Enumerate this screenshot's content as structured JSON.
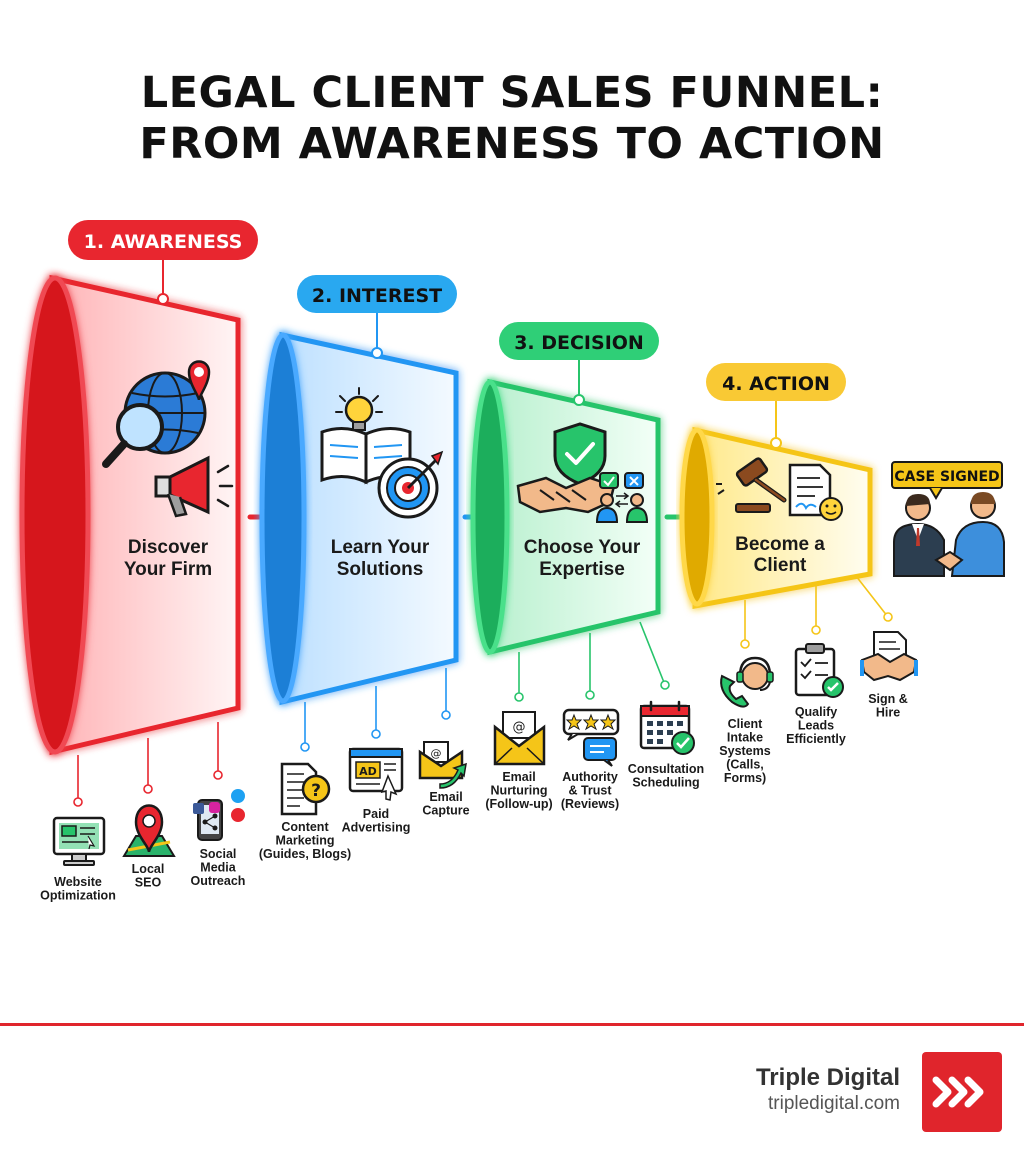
{
  "title": {
    "line1": "LEGAL CLIENT SALES FUNNEL:",
    "line2": "FROM AWARENESS TO ACTION"
  },
  "colors": {
    "awareness": "#e8262f",
    "interest": "#2196f3",
    "decision": "#27c46b",
    "action": "#f5c518",
    "brand_red": "#e0252c"
  },
  "stages": [
    {
      "label": "1. AWARENESS",
      "text": [
        "Discover",
        "Your Firm"
      ],
      "icons": [
        "globe-magnifier-icon",
        "location-pin-icon",
        "megaphone-icon"
      ],
      "tactics": [
        {
          "lines": [
            "Website",
            "Optimization"
          ],
          "icon": "monitor-icon"
        },
        {
          "lines": [
            "Local",
            "SEO"
          ],
          "icon": "map-pin-icon"
        },
        {
          "lines": [
            "Social",
            "Media",
            "Outreach"
          ],
          "icon": "smartphone-social-icon"
        }
      ]
    },
    {
      "label": "2. INTEREST",
      "text": [
        "Learn Your",
        "Solutions"
      ],
      "icons": [
        "open-book-lightbulb-icon",
        "target-icon"
      ],
      "tactics": [
        {
          "lines": [
            "Content",
            "Marketing",
            "(Guides, Blogs)"
          ],
          "icon": "document-question-icon"
        },
        {
          "lines": [
            "Paid",
            "Advertising"
          ],
          "icon": "ad-browser-icon"
        },
        {
          "lines": [
            "Email",
            "Capture"
          ],
          "icon": "email-capture-icon"
        }
      ]
    },
    {
      "label": "3. DECISION",
      "text": [
        "Choose Your",
        "Expertise"
      ],
      "icons": [
        "shield-handshake-icon",
        "people-compare-icon"
      ],
      "tactics": [
        {
          "lines": [
            "Email",
            "Nurturing",
            "(Follow-up)"
          ],
          "icon": "envelope-icon"
        },
        {
          "lines": [
            "Authority",
            "& Trust",
            "(Reviews)"
          ],
          "icon": "star-reviews-icon"
        },
        {
          "lines": [
            "Consultation",
            "Scheduling"
          ],
          "icon": "calendar-check-icon"
        }
      ]
    },
    {
      "label": "4. ACTION",
      "text": [
        "Become a",
        "Client"
      ],
      "icons": [
        "gavel-icon",
        "signed-document-icon"
      ],
      "tactics": [
        {
          "lines": [
            "Client",
            "Intake",
            "Systems",
            "(Calls,",
            "Forms)"
          ],
          "icon": "phone-headset-icon"
        },
        {
          "lines": [
            "Qualify",
            "Leads",
            "Efficiently"
          ],
          "icon": "clipboard-check-icon"
        },
        {
          "lines": [
            "Sign &",
            "Hire"
          ],
          "icon": "handshake-document-icon"
        }
      ]
    }
  ],
  "result": {
    "label": "CASE SIGNED",
    "icon": "business-handshake-icon"
  },
  "brand": {
    "name": "Triple Digital",
    "url": "tripledigital.com",
    "logo_icon": "triple-chevron-logo-icon"
  }
}
